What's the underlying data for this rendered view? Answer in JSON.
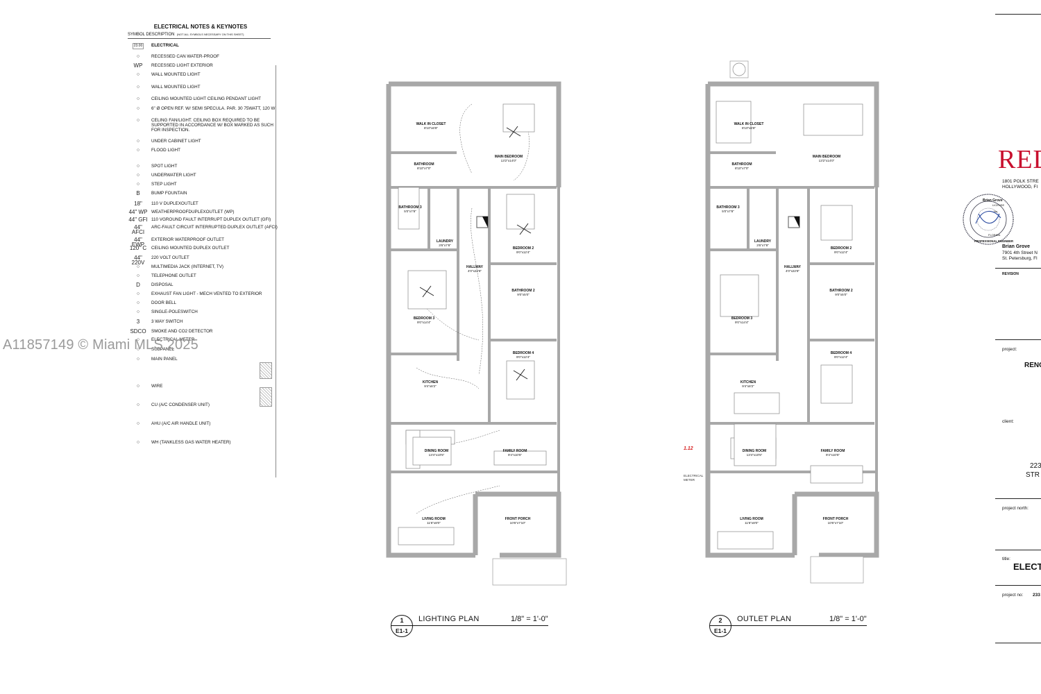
{
  "legend": {
    "title": "ELECTRICAL NOTES & KEYNOTES",
    "symbol_header": "SYMBOL DESCRIPTION",
    "symbol_note": "(NOT ALL SYMBOLS NECESSARY ON THIS SHEET)",
    "section_code": "23.00",
    "section_label": "ELECTRICAL",
    "items": [
      {
        "sym": "",
        "text": "RECESSED   CAN   WATER-PROOF"
      },
      {
        "sym": "WP",
        "text": "RECESSED    LIGHT    EXTERIOR"
      },
      {
        "sym": "",
        "text": "WALL MOUNTED LIGHT"
      },
      {
        "sym": "",
        "text": "WALL MOUNTED LIGHT"
      },
      {
        "sym": "",
        "text": "CEILING MOUNTED LIGHT CEILING PENDANT LIGHT"
      },
      {
        "sym": "",
        "text": "6\" Ø OPEN REF. W/ SEMI SPECULA. PAR. 30 75WATT, 120 W"
      },
      {
        "sym": "",
        "text": "CELING FAN/LIGHT. CEILING BOX REQUIRED TO BE SUPPORTED IN ACCORDANCE W/ BOX MARKED AS SUCH FOR INSPECTION."
      },
      {
        "sym": "",
        "text": "UNDER CABINET LIGHT"
      },
      {
        "sym": "",
        "text": "FLOOD LIGHT"
      },
      {
        "sym": "",
        "text": "SPOT LIGHT"
      },
      {
        "sym": "",
        "text": "UNDERWATER LIGHT"
      },
      {
        "sym": "",
        "text": "STEP LIGHT"
      },
      {
        "sym": "B",
        "text": "BUMP FOUNTAIN"
      },
      {
        "sym": "18\"",
        "text": "110 V DUPLEXOUTLET"
      },
      {
        "sym": "44\" WP",
        "text": "WEATHERPROOFDUPLEXOUTLET (WP)"
      },
      {
        "sym": "44\" GFI",
        "text": "110 VGROUND FAULT INTERRUPT DUPLEX OUTLET (GFI)"
      },
      {
        "sym": "44\" AFCI",
        "text": "ARC-FAULT CIRCUIT INTERRUPTED DUPLEX OUTLET (AFCI)"
      },
      {
        "sym": "44\" EWP",
        "text": "EXTERIOR WATERPROOF OUTLET"
      },
      {
        "sym": "120\" C",
        "text": "CEILING MOUNTED DUPLEX OUTLET"
      },
      {
        "sym": "44\" 220V",
        "text": "220 VOLT OUTLET"
      },
      {
        "sym": "",
        "text": "MULTIMEDIA JACK (INTERNET, TV)"
      },
      {
        "sym": "",
        "text": "TELEPHONE OUTLET"
      },
      {
        "sym": "D",
        "text": "DISPOSAL"
      },
      {
        "sym": "",
        "text": "EXHAUST FAN LIGHT - MECH VENTED TO EXTERIOR"
      },
      {
        "sym": "",
        "text": "DOOR BELL"
      },
      {
        "sym": "",
        "text": "SINGLE-POLESWITCH"
      },
      {
        "sym": "3",
        "text": "3 WAY SWITCH"
      },
      {
        "sym": "SDCO",
        "text": "SMOKE AND CO2 DETECTOR"
      },
      {
        "sym": "",
        "text": "ELECTRICAL METER"
      },
      {
        "sym": "",
        "text": "SUBPANEL"
      },
      {
        "sym": "",
        "text": "MAIN PANEL"
      },
      {
        "sym": "",
        "text": "WIRE"
      },
      {
        "sym": "",
        "text": "CU (A/C CONDENSER UNIT)"
      },
      {
        "sym": "",
        "text": "AHU (A/C AIR HANDLE UNIT)"
      },
      {
        "sym": "",
        "text": "WH (TANKLESS GAS WATER HEATER)"
      }
    ]
  },
  "watermark": "A11857149 © Miami MLS 2025",
  "plans": [
    {
      "id": "lighting",
      "number": "1",
      "sheet": "E1-1",
      "title": "LIGHTING PLAN",
      "scale": "1/8\" = 1'-0\""
    },
    {
      "id": "outlet",
      "number": "2",
      "sheet": "E1-1",
      "title": "OUTLET PLAN",
      "scale": "1/8\" = 1'-0\""
    }
  ],
  "rooms": [
    {
      "name": "WALK IN CLOSET",
      "dim": "8'10\"x6'8\""
    },
    {
      "name": "MAIN BEDROOM",
      "dim": "13'2\"x14'0\""
    },
    {
      "name": "BATHROOM",
      "dim": "8'10\"x7'0\""
    },
    {
      "name": "BATHROOM 3",
      "dim": "5'0\"x7'8\""
    },
    {
      "name": "LAUNDRY",
      "dim": "3'6\"x7'8\""
    },
    {
      "name": "BEDROOM 2",
      "dim": "9'0\"x12'4\""
    },
    {
      "name": "HALLWAY",
      "dim": "4'0\"x22'8\""
    },
    {
      "name": "BATHROOM 2",
      "dim": "9'0\"x5'0\""
    },
    {
      "name": "BEDROOM 3",
      "dim": "9'0\"x14'4\""
    },
    {
      "name": "BEDROOM 4",
      "dim": "9'0\"x12'4\""
    },
    {
      "name": "KITCHEN",
      "dim": "9'4\"x8'2\""
    },
    {
      "name": "DINING ROOM",
      "dim": "13'4\"x10'5\""
    },
    {
      "name": "FAMILY ROOM",
      "dim": "9'4\"x10'5\""
    },
    {
      "name": "LIVING ROOM",
      "dim": "11'6\"x8'0\""
    },
    {
      "name": "FRONT PORCH",
      "dim": "10'6\"x7'10\""
    }
  ],
  "outlet_plan_notes": {
    "red_label": "1.12",
    "meter_label": "ELECTRICAL METER"
  },
  "title_block": {
    "firm": "RED",
    "address1": "1801 POLK STRE",
    "address2": "HOLLYWOOD, FI",
    "engineer_name": "Brian Grove",
    "engineer_addr1": "7901 4th Street N",
    "engineer_addr2": "St. Petersburg, Fl",
    "revision_label": "REVISION",
    "project_label": "project:",
    "project_value": "RENC",
    "client_label": "client:",
    "client_line1": "223",
    "client_line2": "STR",
    "north_label": "project north:",
    "title_label": "title:",
    "title_value": "ELECT",
    "project_no_label": "project no:",
    "project_no_value": "233",
    "seal_text_top": "Brian Grove",
    "seal_text_bottom": "PROFESSIONAL ENGINEER",
    "seal_state": "FLORIDA",
    "seal_license": "LICENSE",
    "seal_no": "No."
  },
  "colors": {
    "wall": "#a8a8a8",
    "wire": "#555555",
    "firm": "#c8102e",
    "accent_red": "#d62020"
  }
}
